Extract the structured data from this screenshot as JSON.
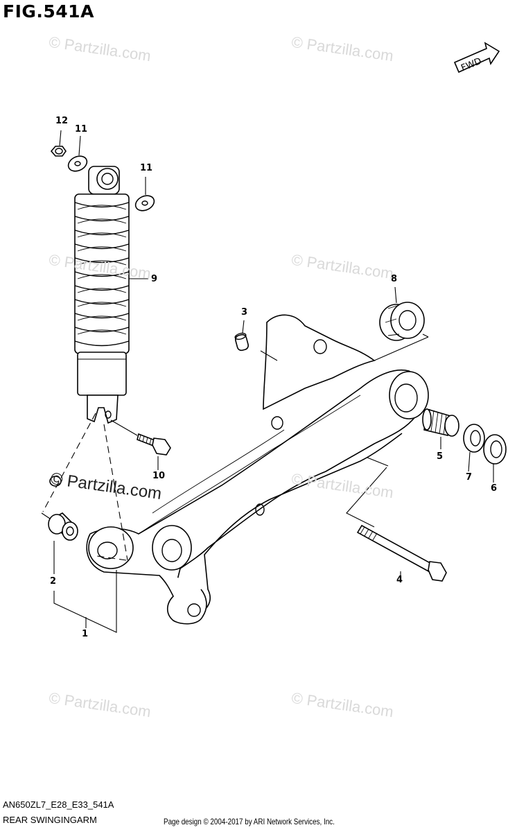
{
  "figure": {
    "title": "FIG.541A",
    "fwd_label": "FWD",
    "diagram_code": "AN650ZL7_E28_E33_541A",
    "diagram_name": "REAR SWINGINGARM",
    "footer_credit": "Page design © 2004-2017 by ARI Network Services, Inc."
  },
  "watermark": {
    "text": "© Partzilla.com",
    "bold_text": "© Partzilla.com"
  },
  "callouts": [
    {
      "id": "callout-12",
      "label": "12"
    },
    {
      "id": "callout-11a",
      "label": "11"
    },
    {
      "id": "callout-11b",
      "label": "11"
    },
    {
      "id": "callout-9",
      "label": "9"
    },
    {
      "id": "callout-10",
      "label": "10"
    },
    {
      "id": "callout-3",
      "label": "3"
    },
    {
      "id": "callout-8",
      "label": "8"
    },
    {
      "id": "callout-5",
      "label": "5"
    },
    {
      "id": "callout-7",
      "label": "7"
    },
    {
      "id": "callout-6",
      "label": "6"
    },
    {
      "id": "callout-4",
      "label": "4"
    },
    {
      "id": "callout-2",
      "label": "2"
    },
    {
      "id": "callout-1",
      "label": "1"
    }
  ]
}
